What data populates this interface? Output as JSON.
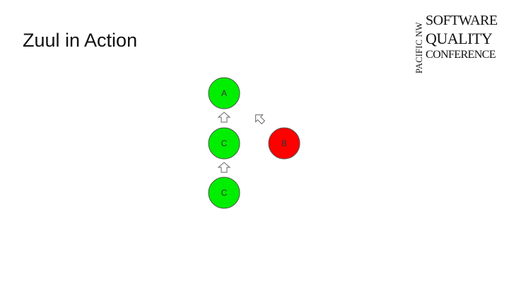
{
  "slide": {
    "title": "Zuul in Action"
  },
  "logo": {
    "vertical_text": "PACIFIC NW",
    "line1": "SOFTWARE",
    "line2": "QUALITY",
    "line3": "CONFERENCE"
  },
  "colors": {
    "pass": "#00ee00",
    "fail": "#ff0000",
    "stroke": "#555555",
    "arrow_fill": "#ffffff",
    "arrow_stroke": "#666666"
  },
  "nodes": [
    {
      "id": "node-a",
      "label": "A",
      "status": "pass"
    },
    {
      "id": "node-c-middle",
      "label": "C",
      "status": "pass"
    },
    {
      "id": "node-c-bottom",
      "label": "C",
      "status": "pass"
    },
    {
      "id": "node-b",
      "label": "B",
      "status": "fail"
    }
  ],
  "arrows": [
    {
      "from": "node-c-middle",
      "to": "node-a",
      "icon": "arrow-up-icon"
    },
    {
      "from": "node-c-bottom",
      "to": "node-c-middle",
      "icon": "arrow-up-icon"
    },
    {
      "from": "node-b",
      "to": "node-a",
      "icon": "arrow-up-left-icon"
    }
  ]
}
